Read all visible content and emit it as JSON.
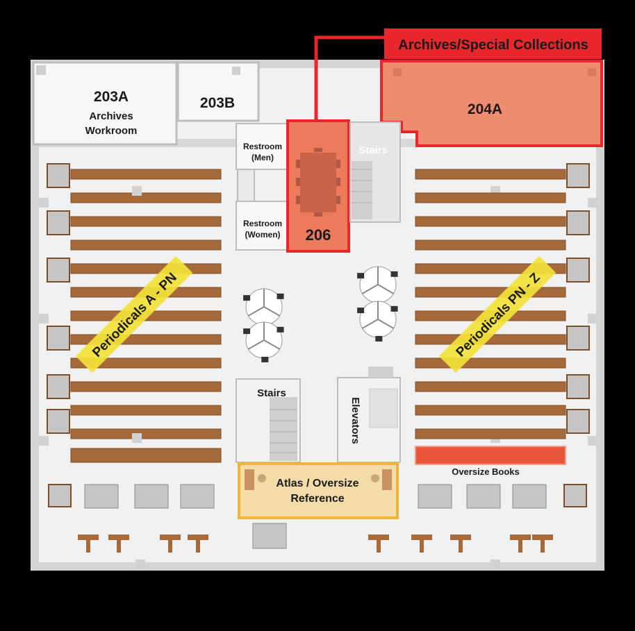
{
  "rooms": {
    "r203a_number": "203A",
    "r203a_name_line1": "Archives",
    "r203a_name_line2": "Workroom",
    "r203b_number": "203B",
    "r204a_number": "204A",
    "r206_number": "206",
    "restroom_men_line1": "Restroom",
    "restroom_men_line2": "(Men)",
    "restroom_women_line1": "Restroom",
    "restroom_women_line2": "(Women)",
    "stairs_top": "Stairs",
    "stairs_bottom": "Stairs",
    "elevators": "Elevators"
  },
  "callouts": {
    "archives_special_collections": "Archives/Special Collections",
    "periodicals_left": "Periodicals A - PN",
    "periodicals_right": "Periodicals PN - Z",
    "atlas_line1": "Atlas / Oversize",
    "atlas_line2": "Reference",
    "oversize_books": "Oversize Books"
  },
  "colors": {
    "archives_red": "#e8262b",
    "archives_fill": "#ef8b6e",
    "room206_fill": "#ee7a5c",
    "periodicals_yellow": "#f2e23a",
    "atlas_border": "#f0b43a",
    "atlas_fill": "#f3dcaa",
    "shelf_brown": "#a5693a",
    "oversize_shelf": "#e8553a",
    "floor": "#f2f2f2",
    "wall": "#cfcfcf"
  }
}
